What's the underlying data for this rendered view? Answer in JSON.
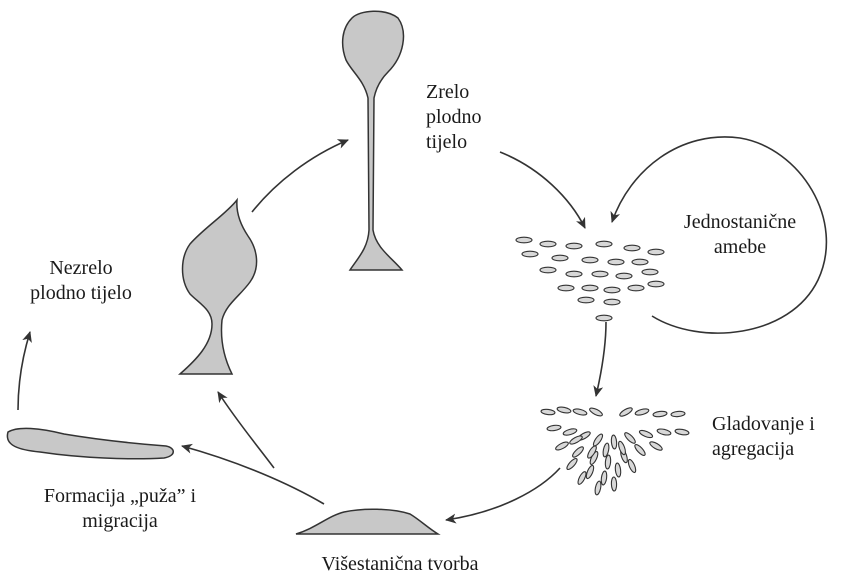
{
  "labels": {
    "mature_fruiting_body": [
      "Zrelo",
      "plodno",
      "tijelo"
    ],
    "unicellular_amoebae": [
      "Jednostanične",
      "amebe"
    ],
    "starvation_aggregation": [
      "Gladovanje i",
      "agregacija"
    ],
    "multicellular_mound": [
      "Višestanična tvorba"
    ],
    "slug_migration": [
      "Formacija „puža” i",
      "migracija"
    ],
    "immature_fruiting_body": [
      "Nezrelo",
      "plodno tijelo"
    ]
  },
  "colors": {
    "fill": "#c8c8c8",
    "stroke": "#333333",
    "arrow": "#333333"
  }
}
